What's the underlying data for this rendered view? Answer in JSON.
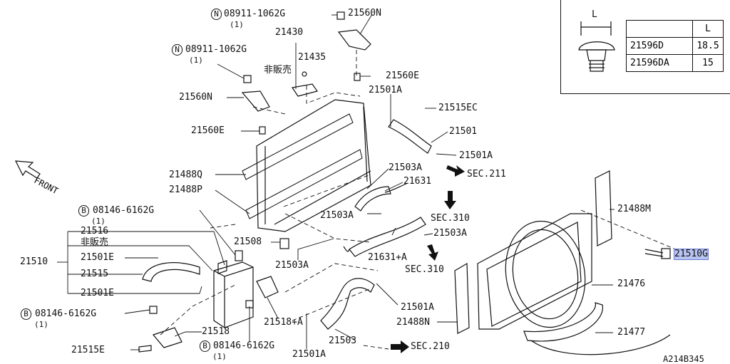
{
  "labels": {
    "p1": "N",
    "p2": "08911-1062G",
    "p3": "(1)",
    "p4": "21560N",
    "p5": "21430",
    "p6": "21435",
    "p7": "非販売",
    "p8": "N",
    "p9": "08911-1062G",
    "p10": "(1)",
    "p11": "21560E",
    "p12": "21501A",
    "p13": "21515EC",
    "p14": "21560N",
    "p15": "21560E",
    "p16": "21501",
    "p17": "21501A",
    "p18": "21503A",
    "p19": "SEC.211",
    "p20": "21488Q",
    "p21": "21631",
    "p22": "21488P",
    "p23": "SEC.310",
    "p24": "21503A",
    "p25": "B",
    "p26": "08146-6162G",
    "p27": "(1)",
    "p28": "21516",
    "p29": "非販売",
    "p30": "21508",
    "p31": "21503A",
    "p32": "21501E",
    "p33": "21510",
    "p34": "21631+A",
    "p35": "SEC.310",
    "p36": "21503A",
    "p37": "21515",
    "p38": "21501E",
    "p39": "B",
    "p40": "08146-6162G",
    "p41": "(1)",
    "p42": "21501A",
    "p43": "21518",
    "p44": "21518+A",
    "p45": "21503",
    "p46": "SEC.210",
    "p47": "21515E",
    "p48": "B",
    "p49": "08146-6162G",
    "p50": "(1)",
    "p51": "21501A",
    "p52": "21488N",
    "p53": "21488M",
    "p54": "21510G",
    "p55": "21476",
    "p56": "21477",
    "front": "FRONT",
    "code": "A214B345"
  },
  "inset": {
    "dim_label": "L",
    "header": [
      "",
      "L"
    ],
    "rows": [
      [
        "21596D",
        "18.5"
      ],
      [
        "21596DA",
        "15"
      ]
    ]
  }
}
